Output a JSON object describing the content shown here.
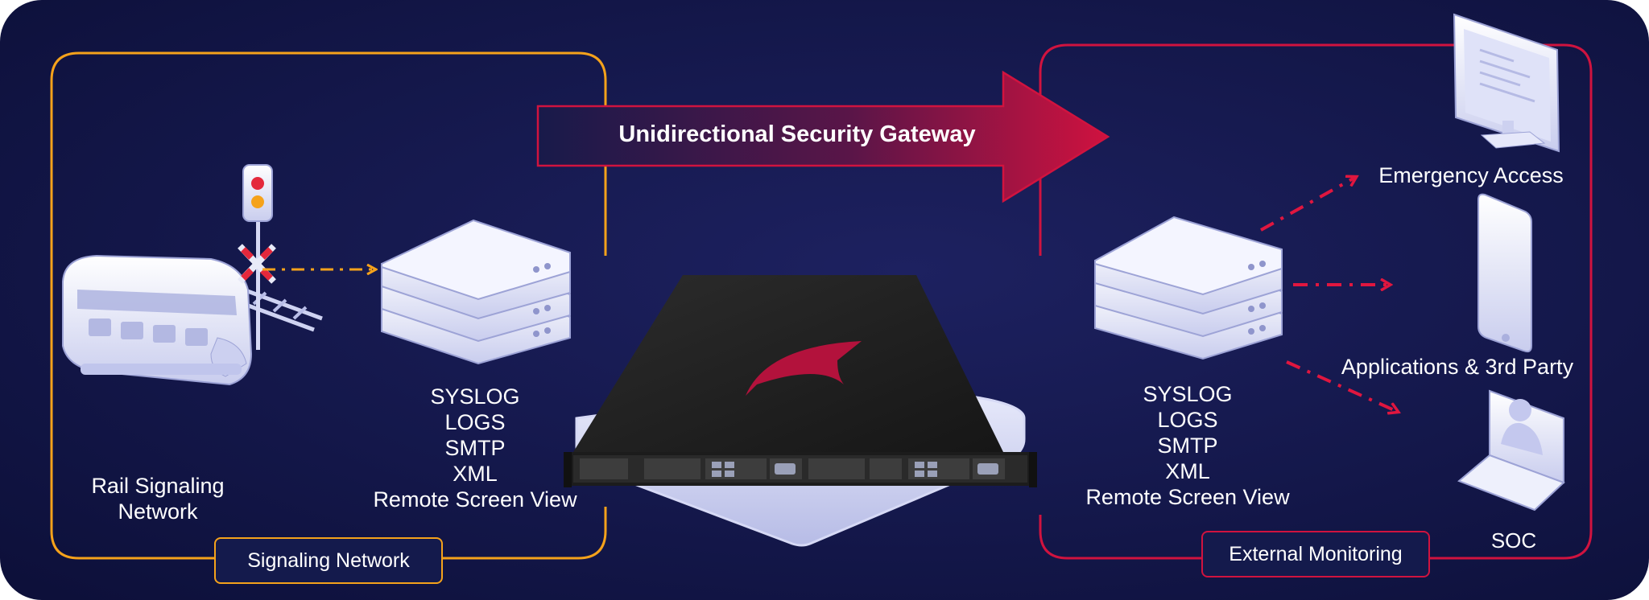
{
  "gateway": {
    "title": "Unidirectional Security Gateway"
  },
  "left_zone": {
    "label": "Signaling Network",
    "source_label": "Rail Signaling Network",
    "source_lines": [
      "Rail Signaling",
      "Network"
    ],
    "protocols": [
      "SYSLOG",
      "LOGS",
      "SMTP",
      "XML",
      "Remote Screen View"
    ]
  },
  "right_zone": {
    "label": "External Monitoring",
    "protocols": [
      "SYSLOG",
      "LOGS",
      "SMTP",
      "XML",
      "Remote Screen View"
    ],
    "destinations": [
      "Emergency Access",
      "Applications & 3rd Party",
      "SOC"
    ]
  },
  "colors": {
    "background": "#10133f",
    "left_zone": "#f5a21b",
    "right_zone": "#d0133f",
    "arrow_dark": "#1a1a4a",
    "arrow_bright": "#d0133f"
  }
}
